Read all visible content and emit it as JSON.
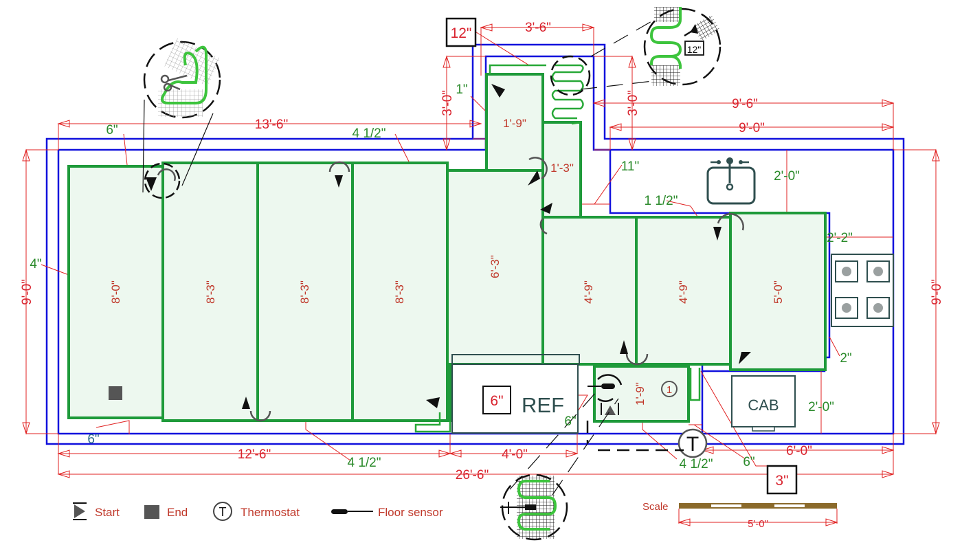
{
  "title": "Floor heating mat layout plan",
  "dimensions": {
    "top_13_6": "13'-6\"",
    "top_3_6": "3'-6\"",
    "left_3_0": "3'-0\"",
    "right_3_0": "3'-0\"",
    "right_9_6": "9'-6\"",
    "right_9_0": "9'-0\"",
    "left_height": "9'-0\"",
    "right_height": "9'-0\"",
    "bottom_12_6": "12'-6\"",
    "bottom_4_0": "4'-0\"",
    "bottom_6_0": "6'-0\"",
    "bottom_total": "26'-6\"",
    "sink_depth": "2'-0\"",
    "stove_gap": "2'-2\"",
    "cab_depth": "2'-0\""
  },
  "clearances": {
    "top_left_6": "6\"",
    "top_4_half": "4 1/2\"",
    "bay_1": "1\"",
    "left_4": "4\"",
    "bottom_left_6": "6\"",
    "bottom_4_half": "4 1/2\"",
    "closet_11": "11\"",
    "sink_1_half": "1 1/2\"",
    "stove_2": "2\"",
    "ref_6": "6\"",
    "sensor_6": "6\"",
    "thermo_4_half": "4 1/2\"",
    "cab_6": "6\""
  },
  "callouts": {
    "bay_gap": "12\"",
    "ref_gap": "6\"",
    "bottom_gap": "3\"",
    "detail_gap": "12\""
  },
  "mats": [
    {
      "id": "mat-1",
      "length": "8'-0\""
    },
    {
      "id": "mat-2",
      "length": "8'-3\""
    },
    {
      "id": "mat-3",
      "length": "8'-3\""
    },
    {
      "id": "mat-4",
      "length": "8'-3\""
    },
    {
      "id": "mat-5",
      "length": "6'-3\""
    },
    {
      "id": "mat-6",
      "length": "1'-9\""
    },
    {
      "id": "mat-7",
      "length": "1'-3\""
    },
    {
      "id": "mat-8",
      "length": "4'-9\""
    },
    {
      "id": "mat-9",
      "length": "4'-9\""
    },
    {
      "id": "mat-10",
      "length": "5'-0\""
    },
    {
      "id": "mat-11",
      "length": "1'-9\""
    }
  ],
  "appliances": {
    "refrigerator": "REF",
    "cabinet": "CAB",
    "thermostat_symbol": "T",
    "circuit_marker": "1"
  },
  "legend": [
    {
      "icon": "start-icon",
      "label": "Start"
    },
    {
      "icon": "end-icon",
      "label": "End"
    },
    {
      "icon": "thermostat-icon",
      "label": "Thermostat"
    },
    {
      "icon": "floor-sensor-icon",
      "label": "Floor sensor"
    }
  ],
  "scale": {
    "label": "Scale",
    "length": "5'-0\""
  },
  "colors": {
    "wall": "#1111dd",
    "mat_outline": "#1e9a3a",
    "mat_fill": "#edf8ef",
    "dimension": "#d9232e",
    "clearance": "#2a8a2a",
    "scale_bar": "#8b6a2b"
  }
}
